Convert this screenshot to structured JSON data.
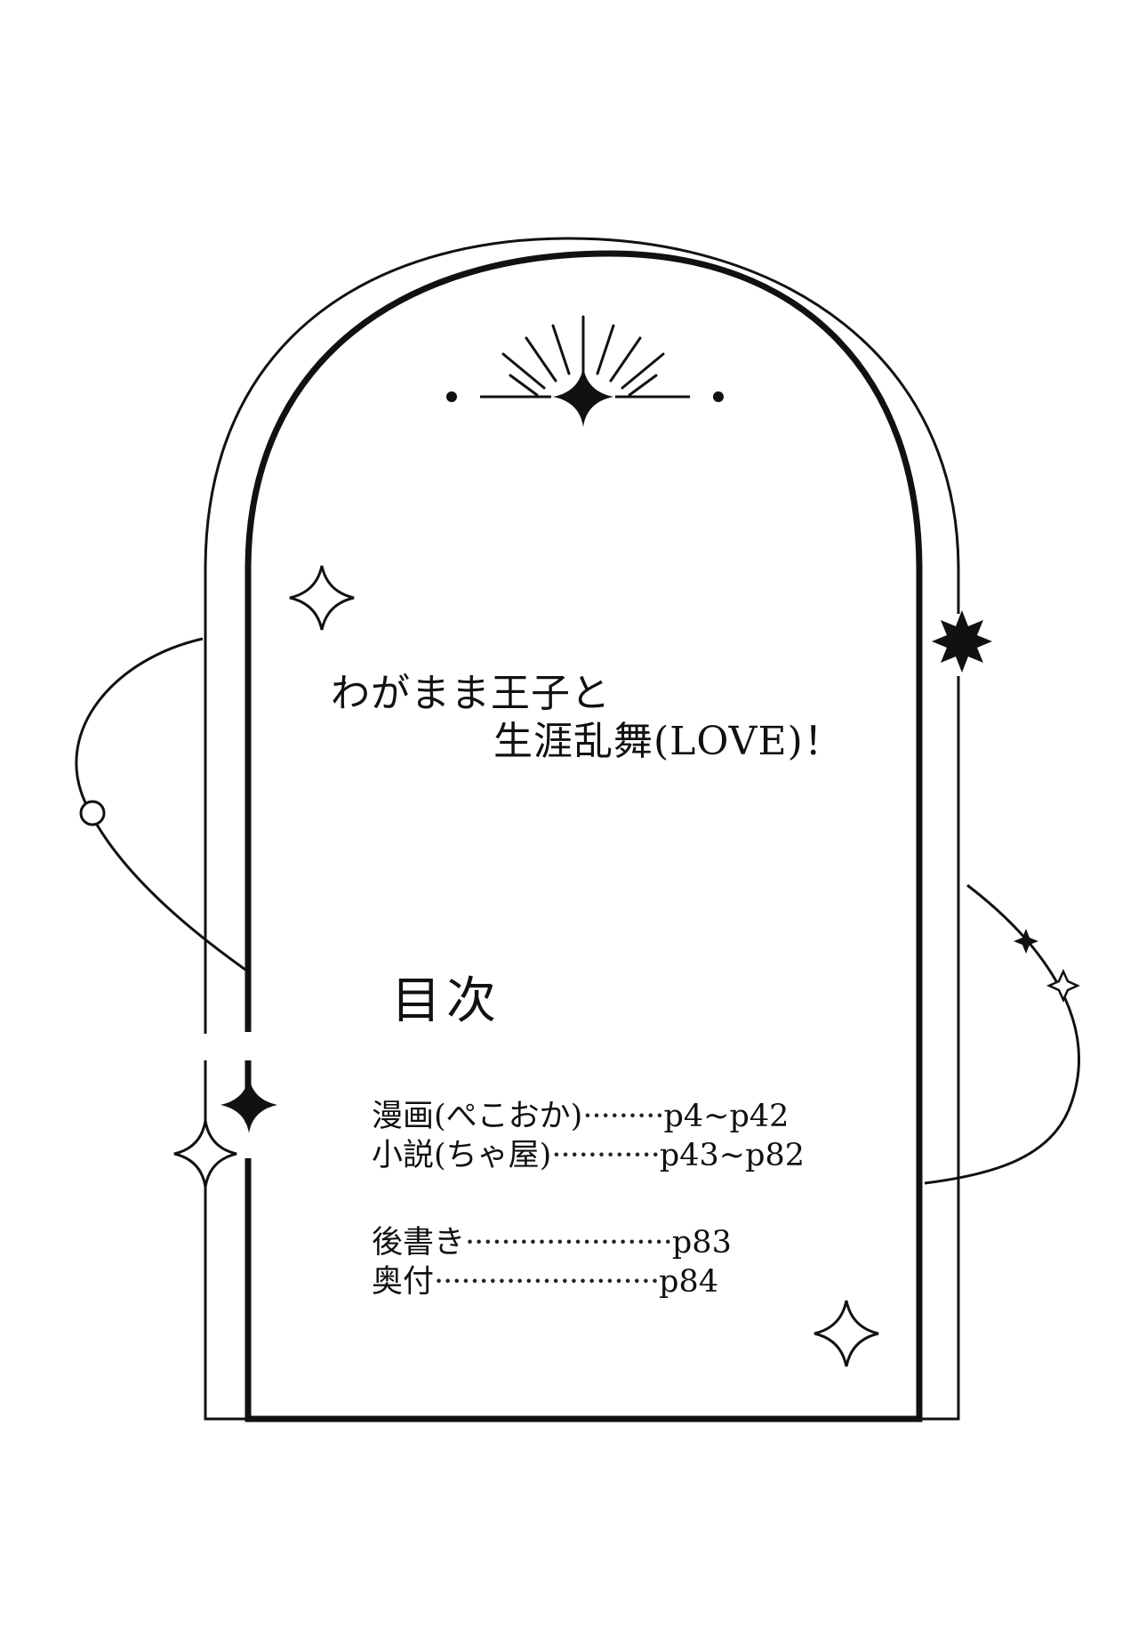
{
  "colors": {
    "ink": "#111111",
    "paper": "#ffffff"
  },
  "title": {
    "line1": "わがまま王子と",
    "line2": "生涯乱舞(LOVE)！"
  },
  "toc": {
    "heading": "目次",
    "entries": [
      {
        "label": "漫画(ぺこおか)",
        "leader": "·········",
        "page": "p4~p42"
      },
      {
        "label": "小説(ちゃ屋)",
        "leader": "············",
        "page": "p43~p82"
      },
      {
        "label": "後書き",
        "leader": "·······················",
        "page": "p83"
      },
      {
        "label": "奥付",
        "leader": "·························",
        "page": "p84"
      }
    ]
  },
  "decorations": {
    "icons": [
      "sunburst-icon",
      "sparkle-icon",
      "star-burst-icon",
      "orbit-ring-icon"
    ]
  }
}
